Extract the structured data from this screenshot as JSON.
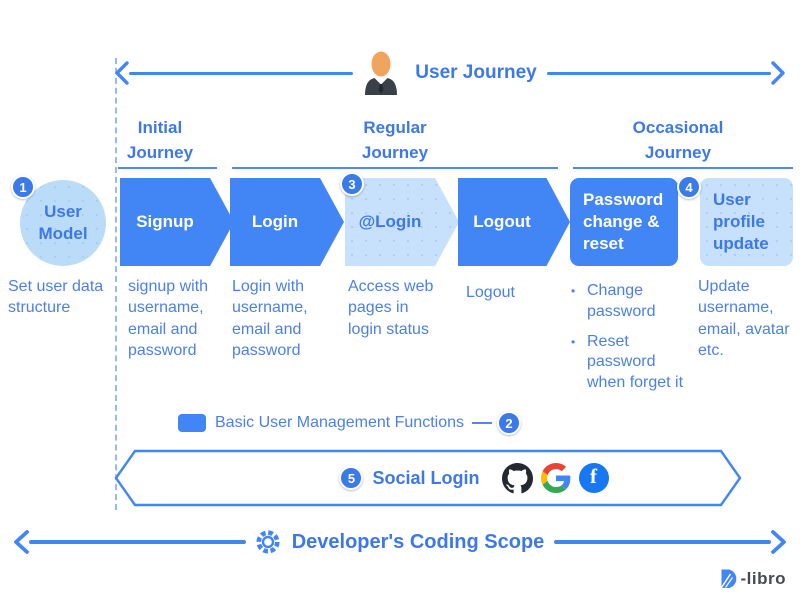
{
  "colors": {
    "accent_blue": "#4285F4",
    "light_blue": "#C7E0FB",
    "circle_blue": "#BBDCF8",
    "heading_blue": "#3D78E8",
    "desc_blue": "#4A80E8",
    "facebook_blue": "#1877F2",
    "github_black": "#24292F",
    "google_red": "#EA4335",
    "google_yellow": "#FBBC05",
    "google_green": "#34A853",
    "logo_gray": "#434A54"
  },
  "top_axis": {
    "label": "User Journey",
    "icon": "person-icon"
  },
  "sections": [
    {
      "label": "Initial Journey"
    },
    {
      "label": "Regular Journey"
    },
    {
      "label": "Occasional Journey"
    }
  ],
  "user_model": {
    "badge": "1",
    "title": "User Model",
    "description": "Set user data structure"
  },
  "steps": [
    {
      "label": "Signup",
      "description": "signup with username, email and password"
    },
    {
      "label": "Login",
      "description": "Login with username, email and password"
    },
    {
      "label": "@Login",
      "badge": "3",
      "description": "Access web pages in login status"
    },
    {
      "label": "Logout",
      "description": "Logout"
    },
    {
      "label": "Password change & reset",
      "bullets": [
        "Change password",
        "Reset password when forget it"
      ]
    },
    {
      "label": "User profile update",
      "badge": "4",
      "description": "Update username, email, avatar etc."
    }
  ],
  "legend": {
    "label": "Basic User Management Functions",
    "badge": "2"
  },
  "social": {
    "badge": "5",
    "label": "Social Login",
    "icons": [
      "github-icon",
      "google-icon",
      "facebook-icon"
    ],
    "facebook_letter": "f"
  },
  "bottom_axis": {
    "label": "Developer's Coding Scope",
    "icon": "gear-icon"
  },
  "logo": {
    "mark": "D",
    "text": "-libro"
  }
}
